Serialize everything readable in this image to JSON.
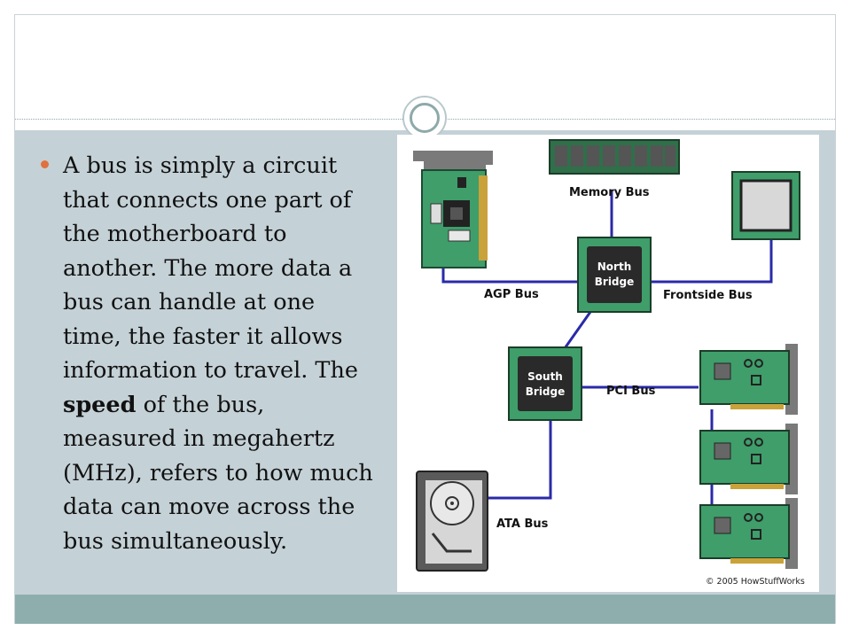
{
  "slide": {
    "bullet": {
      "text_before": "A bus is simply a circuit that connects one part of the motherboard to another. The more data a bus can handle at one time, the faster it allows information to travel. The ",
      "bold_word": "speed",
      "text_after": " of the bus, measured in megahertz (MHz), refers to how much data can move across the bus simultaneously."
    }
  },
  "diagram": {
    "labels": {
      "memory_bus": "Memory Bus",
      "agp_bus": "AGP Bus",
      "frontside_bus": "Frontside Bus",
      "pci_bus": "PCI Bus",
      "ata_bus": "ATA Bus"
    },
    "north_bridge": {
      "line1": "North",
      "line2": "Bridge"
    },
    "south_bridge": {
      "line1": "South",
      "line2": "Bridge"
    },
    "copyright": "© 2005 HowStuffWorks"
  },
  "colors": {
    "bus_line": "#2a2aa8",
    "board_green": "#3f9e6a",
    "bullet": "#e0713e",
    "content_bg": "#c4d1d7",
    "footer_bg": "#8eaeae"
  }
}
